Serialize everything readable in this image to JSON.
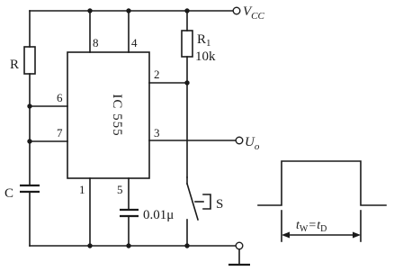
{
  "labels": {
    "vcc_letter": "V",
    "vcc_sub": "CC",
    "r_left": "R",
    "r1_name": "R",
    "r1_sub": "1",
    "r1_value": "10k",
    "ic": "IC 555",
    "c_left": "C",
    "cap_value": "0.01μ",
    "switch": "S",
    "out_letter": "U",
    "out_sub": "o",
    "tw_letter": "t",
    "tw_sub": "W",
    "equals": "=",
    "td_letter": "t",
    "td_sub": "D"
  },
  "pins": {
    "p8": "8",
    "p4": "4",
    "p6": "6",
    "p2": "2",
    "p7": "7",
    "p3": "3",
    "p1": "1",
    "p5": "5"
  }
}
